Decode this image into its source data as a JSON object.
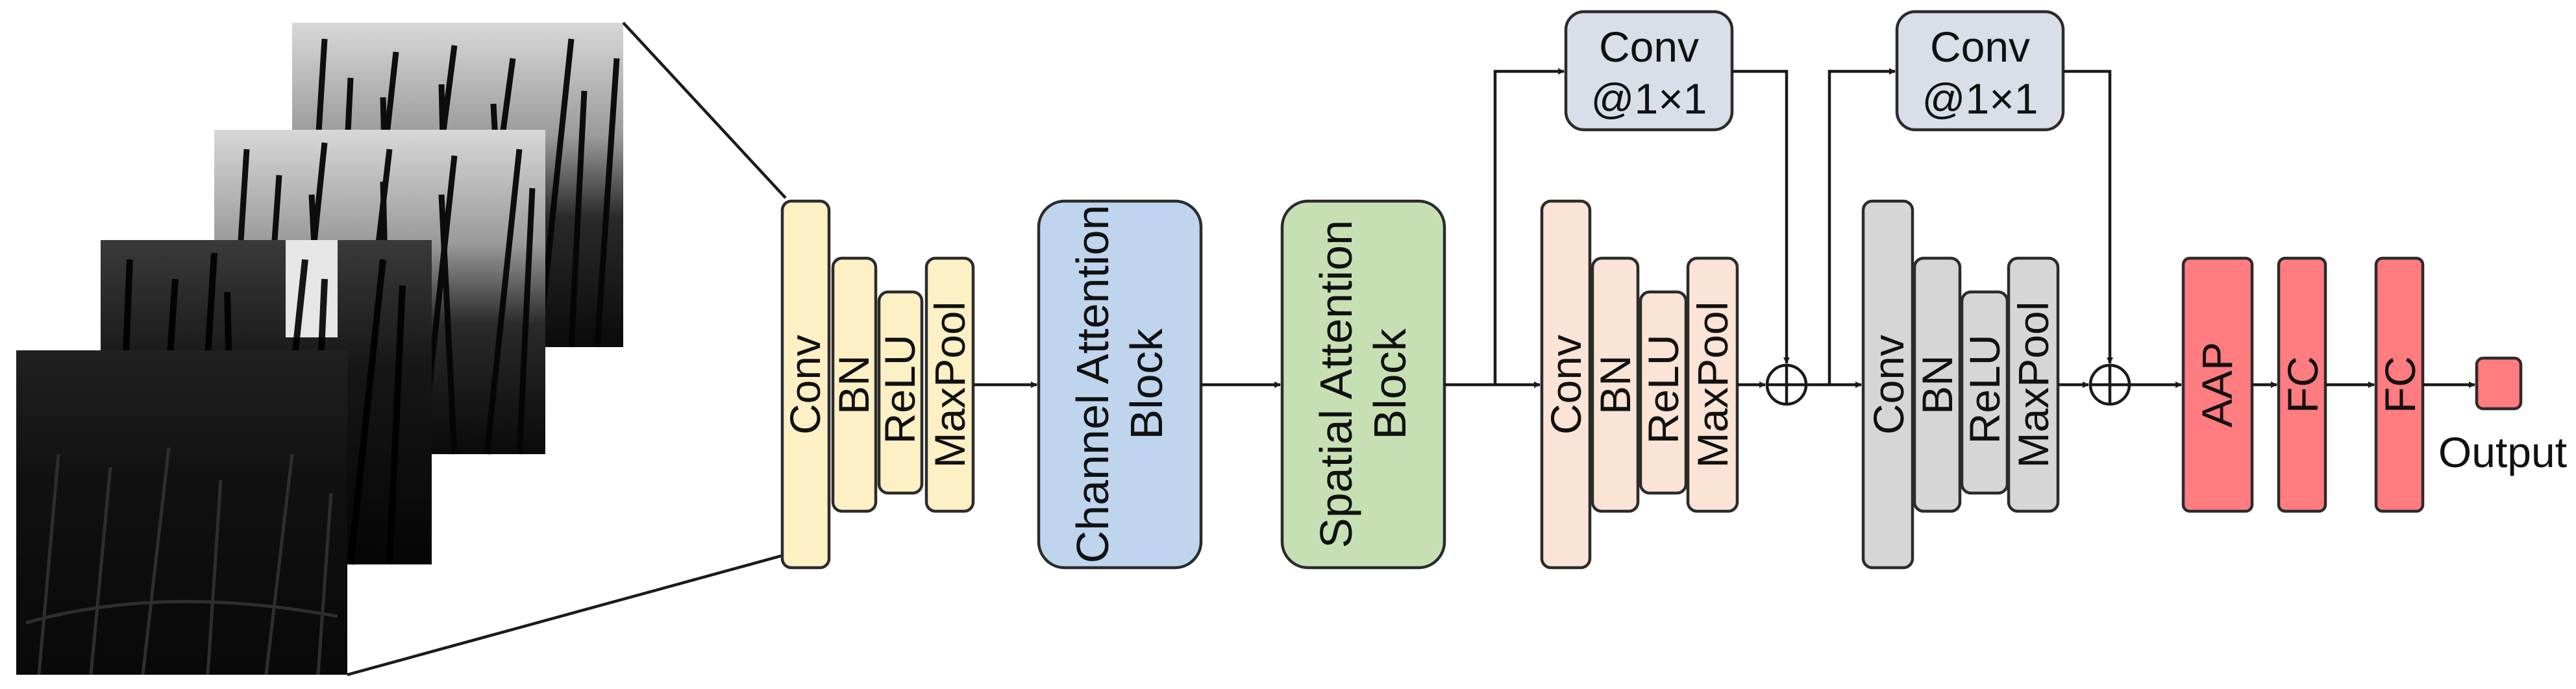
{
  "input_stack": {
    "frame_count": 4
  },
  "stage1": {
    "layers": [
      "Conv",
      "BN",
      "ReLU",
      "MaxPool"
    ],
    "color": "#fdf0c4"
  },
  "channel_attention": {
    "label_line1": "Channel Attention",
    "label_line2": "Block",
    "color": "#bfd5ee"
  },
  "spatial_attention": {
    "label_line1": "Spatial Attention",
    "label_line2": "Block",
    "color": "#c6e0b4"
  },
  "stage2": {
    "layers": [
      "Conv",
      "BN",
      "ReLU",
      "MaxPool"
    ],
    "color": "#fbe3d5",
    "shortcut_line1": "Conv",
    "shortcut_line2": "@1×1",
    "shortcut_color": "#d9dee8"
  },
  "stage3": {
    "layers": [
      "Conv",
      "BN",
      "ReLU",
      "MaxPool"
    ],
    "color": "#d6d6d6",
    "shortcut_line1": "Conv",
    "shortcut_line2": "@1×1",
    "shortcut_color": "#d9dee8"
  },
  "head": {
    "layers": [
      "AAP",
      "FC",
      "FC"
    ],
    "color": "#ff7c80",
    "output_label": "Output"
  }
}
